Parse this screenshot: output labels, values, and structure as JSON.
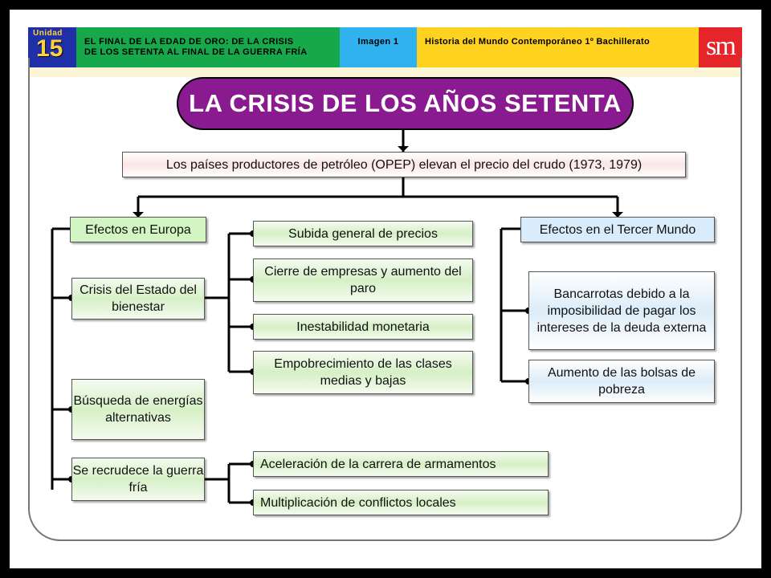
{
  "header": {
    "unit_label": "Unidad",
    "unit_number": "15",
    "title_line1": "EL FINAL DE LA EDAD DE ORO: DE LA CRISIS",
    "title_line2": "DE LOS SETENTA AL FINAL DE LA GUERRA FRÍA",
    "image_label": "Imagen 1",
    "course": "Historia del Mundo Contemporáneo 1º Bachillerato",
    "logo": "sm"
  },
  "diagram": {
    "title": "LA CRISIS DE LOS AÑOS SETENTA",
    "cause": "Los países productores de petróleo (OPEP) elevan el precio del crudo (1973, 1979)",
    "europe": {
      "label": "Efectos en Europa",
      "welfare": "Crisis del Estado del bienestar",
      "welfare_effects": [
        "Subida general de precios",
        "Cierre de empresas y aumento del paro",
        "Inestabilidad monetaria",
        "Empobrecimiento de las clases medias y bajas"
      ],
      "energy": "Búsqueda de energías alternativas",
      "coldwar": "Se recrudece la guerra fría",
      "coldwar_effects": [
        "Aceleración de la carrera de armamentos",
        "Multiplicación de conflictos locales"
      ]
    },
    "third_world": {
      "label": "Efectos en el Tercer Mundo",
      "effects": [
        "Bancarrotas debido a la imposibilidad de pagar los intereses de la deuda externa",
        "Aumento de las bolsas de pobreza"
      ]
    }
  },
  "colors": {
    "title_bg": "#8a1a8f",
    "unit_bg": "#1f2fa8",
    "title_bar": "#16a84b",
    "image_bar": "#2fb2ee",
    "course_bar": "#ffd21f",
    "logo_bg": "#e5252a"
  }
}
